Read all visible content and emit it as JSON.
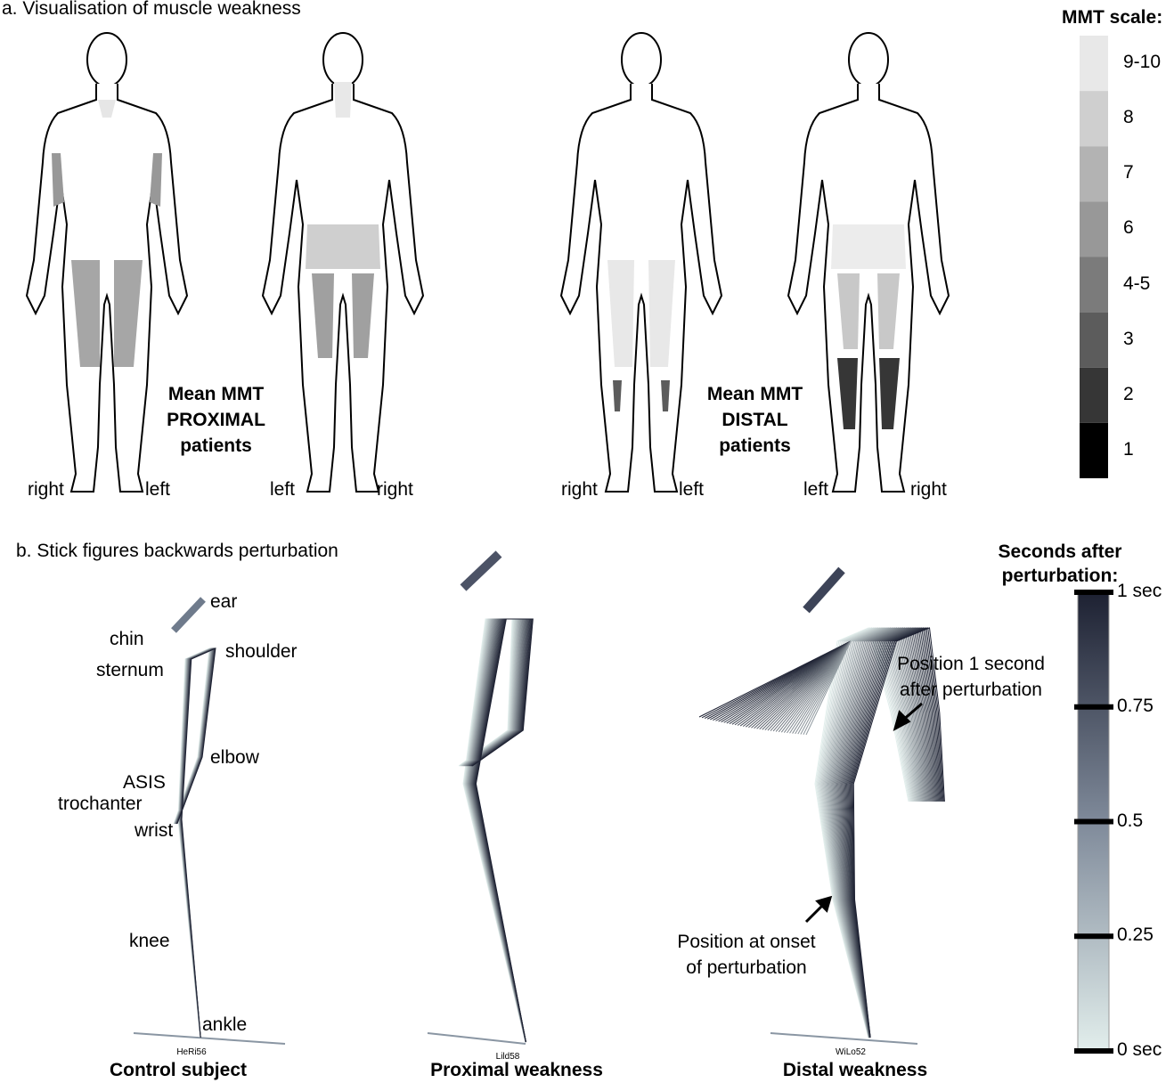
{
  "panel_a": {
    "title": "a. Visualisation of muscle weakness",
    "proximal_caption": [
      "Mean MMT",
      "PROXIMAL",
      "patients"
    ],
    "distal_caption": [
      "Mean MMT",
      "DISTAL",
      "patients"
    ],
    "side_labels": [
      "right",
      "left",
      "left",
      "right",
      "right",
      "left",
      "left",
      "right"
    ],
    "legend": {
      "title": "MMT scale:",
      "levels": [
        {
          "label": "9-10",
          "color": "#e8e8e8"
        },
        {
          "label": "8",
          "color": "#cfcfcf"
        },
        {
          "label": "7",
          "color": "#b3b3b3"
        },
        {
          "label": "6",
          "color": "#989898"
        },
        {
          "label": "4-5",
          "color": "#7b7b7b"
        },
        {
          "label": "3",
          "color": "#5c5c5c"
        },
        {
          "label": "2",
          "color": "#363636"
        },
        {
          "label": "1",
          "color": "#000000"
        }
      ]
    }
  },
  "panel_b": {
    "title": "b. Stick figures backwards perturbation",
    "landmarks": [
      "ear",
      "chin",
      "shoulder",
      "sternum",
      "elbow",
      "ASIS",
      "trochanter",
      "wrist",
      "knee",
      "ankle"
    ],
    "annotations": {
      "end": [
        "Position 1 second",
        "after perturbation"
      ],
      "onset": [
        "Position at onset",
        "of perturbation"
      ]
    },
    "subjects": [
      {
        "id": "HeRi56",
        "caption": "Control subject"
      },
      {
        "id": "Lild58",
        "caption": "Proximal weakness"
      },
      {
        "id": "WiLo52",
        "caption": "Distal weakness"
      }
    ],
    "time_legend": {
      "title": [
        "Seconds after",
        "perturbation:"
      ],
      "ticks": [
        "1 sec",
        "0.75",
        "0.5",
        "0.25",
        "0 sec"
      ],
      "color_start": "#e2eeec",
      "color_end": "#1d2132"
    }
  }
}
